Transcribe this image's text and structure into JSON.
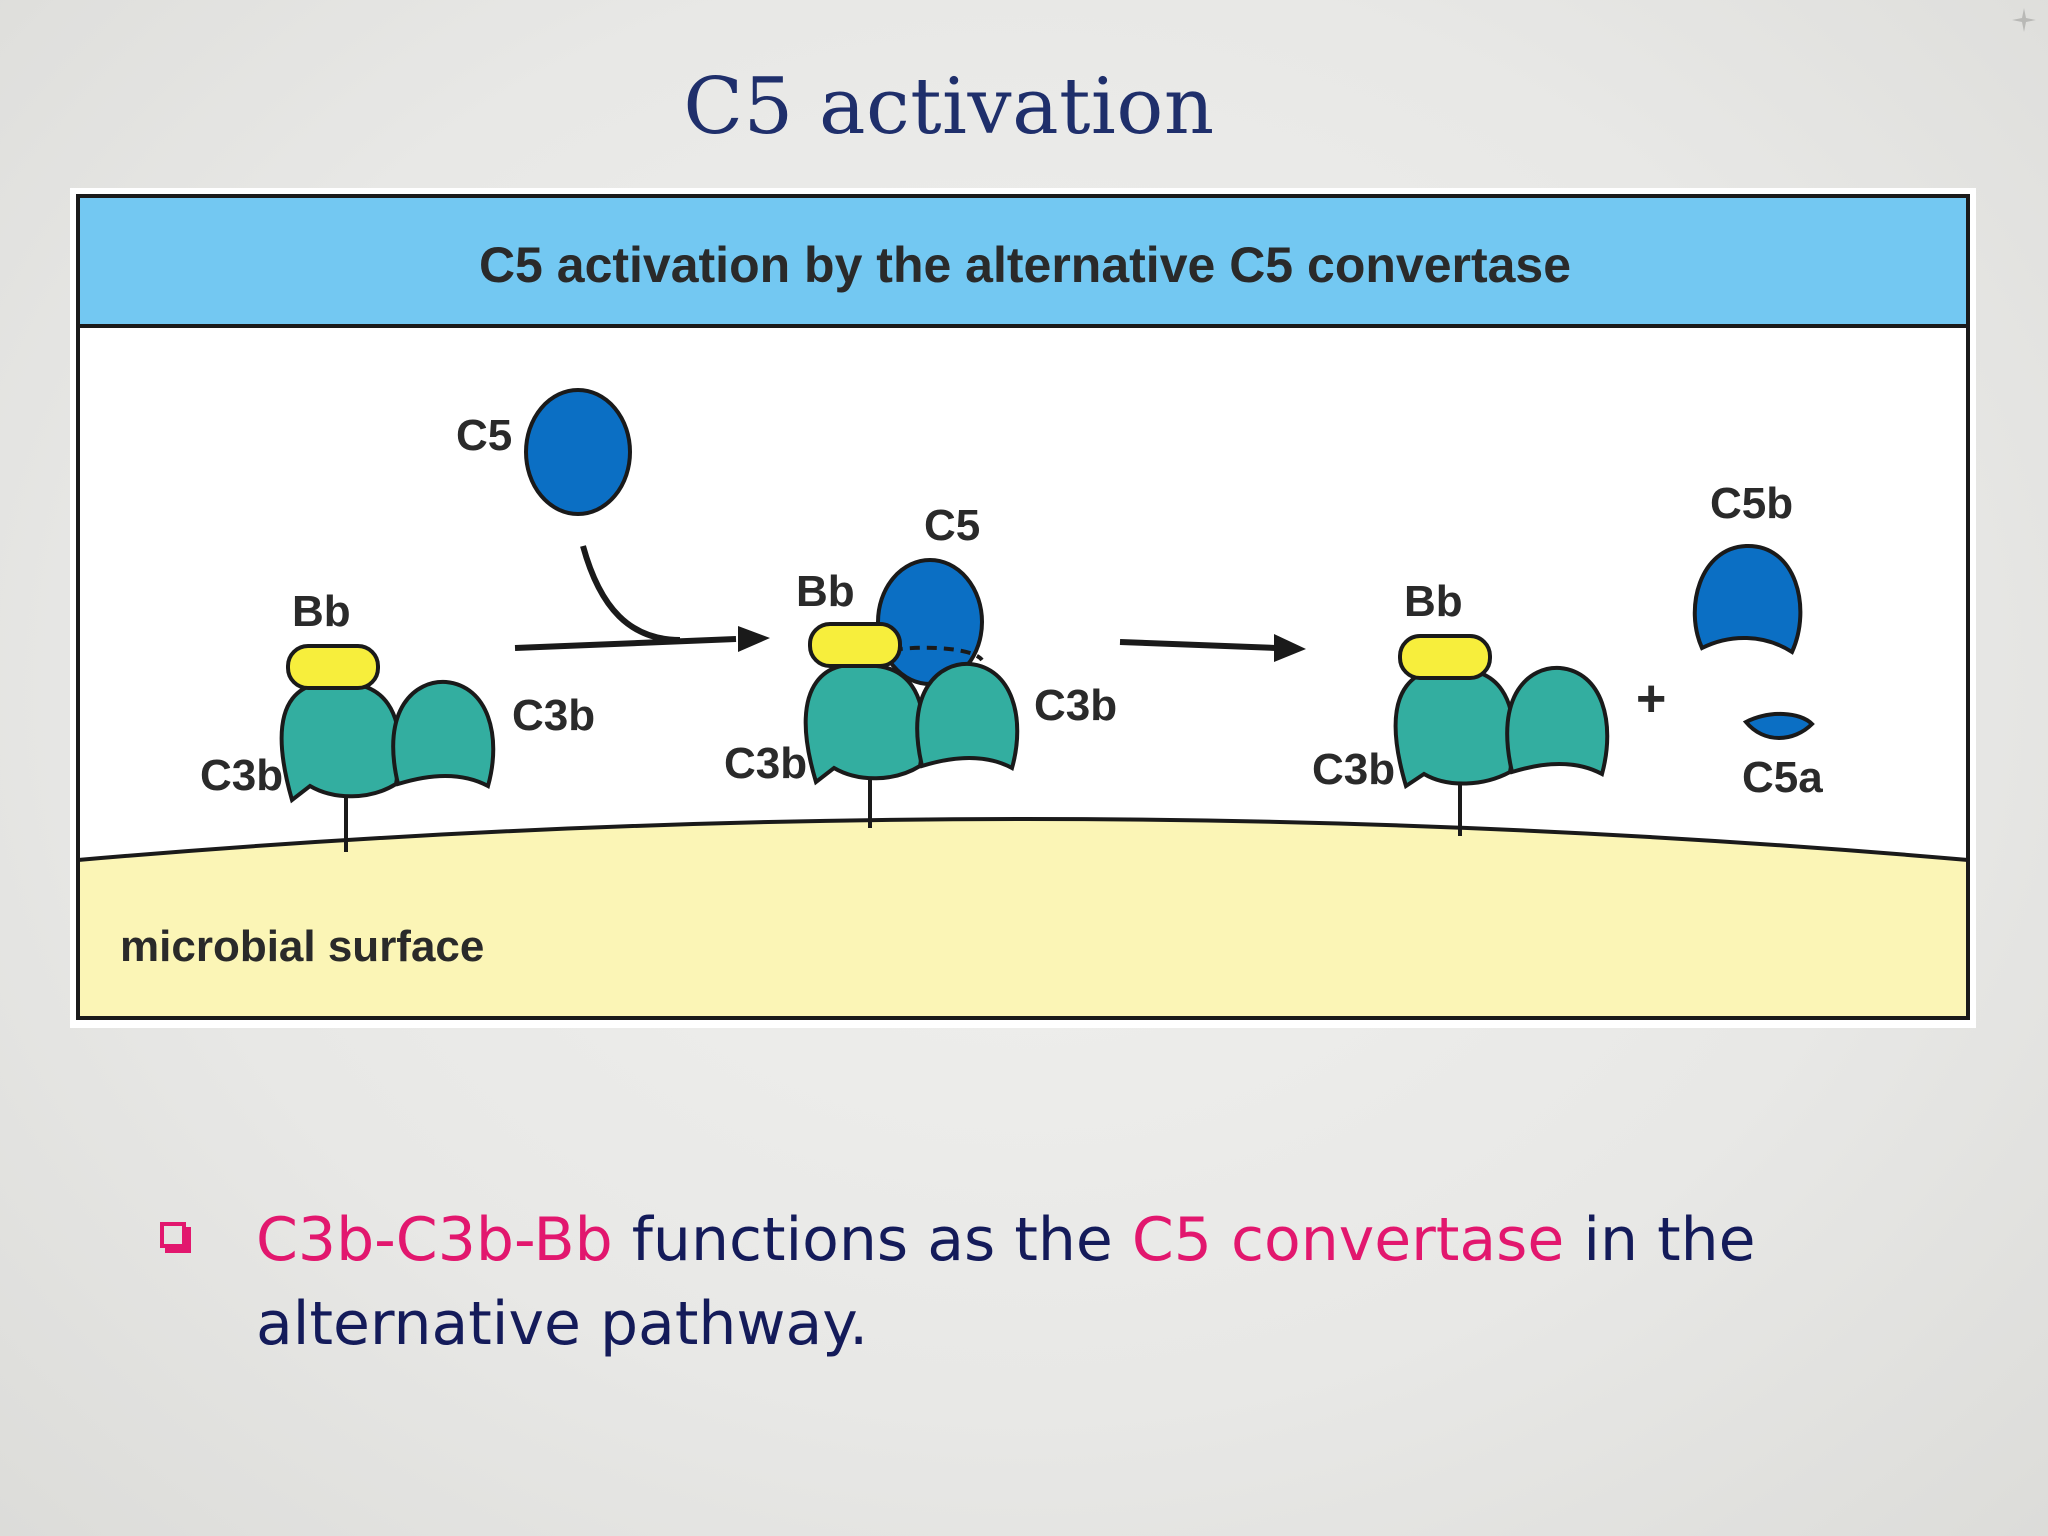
{
  "slide": {
    "title": "C5 activation"
  },
  "figure": {
    "header": "C5 activation by the alternative C5 convertase",
    "surface_label": "microbial surface",
    "labels": {
      "c5_free": "C5",
      "bb_1": "Bb",
      "c3b_1_left": "C3b",
      "c3b_1_right": "C3b",
      "c5_bound": "C5",
      "bb_2": "Bb",
      "c3b_2_left": "C3b",
      "c3b_2_right": "C3b",
      "bb_3": "Bb",
      "c3b_3_left": "C3b",
      "plus": "+",
      "c5b": "C5b",
      "c5a": "C5a"
    },
    "colors": {
      "header_band": "#73c8f2",
      "c5_blue": "#0b6fc4",
      "bb_yellow": "#f7ee3c",
      "c3b_teal": "#33aea0",
      "surface": "#fbf5b6",
      "frame": "#1a1a1a"
    }
  },
  "bullet": {
    "part1": "C3b-C3b-Bb",
    "part2": " functions as the ",
    "part3": "C5 convertase",
    "part4": " in the alternative pathway."
  }
}
